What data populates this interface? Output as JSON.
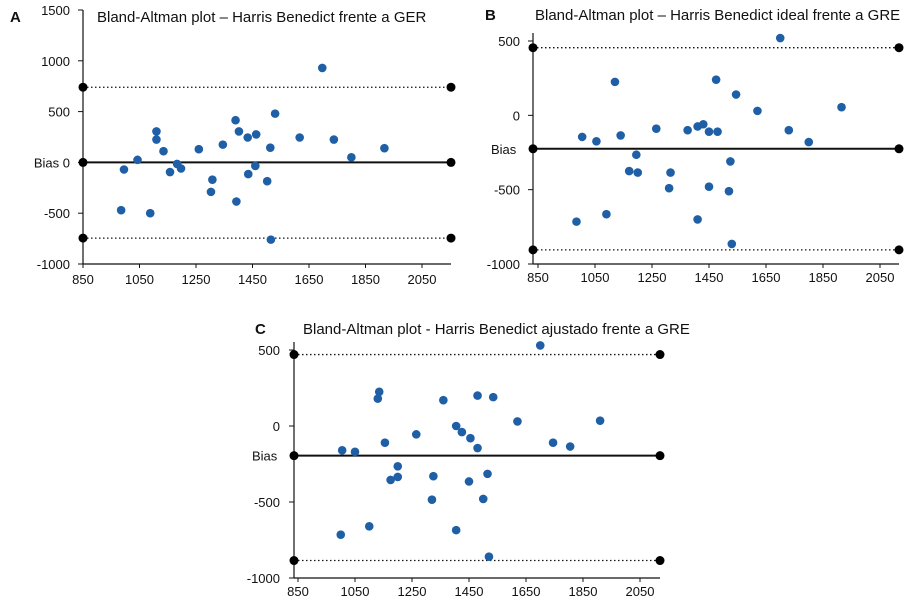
{
  "chart_data": [
    {
      "type": "scatter",
      "panel_label": "A",
      "title": "Bland-Altman plot – Harris Benedict frente a GER",
      "xlabel": "",
      "ylabel": "",
      "xlim": [
        850,
        2150
      ],
      "ylim": [
        -1000,
        1500
      ],
      "x_ticks": [
        850,
        1050,
        1250,
        1450,
        1650,
        1850,
        2050
      ],
      "y_ticks": [
        -1000,
        -500,
        0,
        500,
        1000,
        1500
      ],
      "y_tick_labels": [
        "-1000",
        "-500",
        "Bias  0",
        "500",
        "1000",
        "1500"
      ],
      "bias": 0,
      "upper_loa": 740,
      "lower_loa": -745,
      "bias_label": "",
      "grid": false,
      "color": "#1f5fa6",
      "points": [
        {
          "x": 985,
          "y": -470
        },
        {
          "x": 995,
          "y": -70
        },
        {
          "x": 1043,
          "y": 25
        },
        {
          "x": 1088,
          "y": -500
        },
        {
          "x": 1110,
          "y": 305
        },
        {
          "x": 1110,
          "y": 225
        },
        {
          "x": 1135,
          "y": 110
        },
        {
          "x": 1158,
          "y": -95
        },
        {
          "x": 1183,
          "y": -15
        },
        {
          "x": 1197,
          "y": -60
        },
        {
          "x": 1260,
          "y": 130
        },
        {
          "x": 1303,
          "y": -290
        },
        {
          "x": 1308,
          "y": -170
        },
        {
          "x": 1345,
          "y": 175
        },
        {
          "x": 1390,
          "y": 415
        },
        {
          "x": 1393,
          "y": -385
        },
        {
          "x": 1402,
          "y": 305
        },
        {
          "x": 1433,
          "y": 245
        },
        {
          "x": 1435,
          "y": -115
        },
        {
          "x": 1460,
          "y": -35
        },
        {
          "x": 1463,
          "y": 275
        },
        {
          "x": 1502,
          "y": -185
        },
        {
          "x": 1513,
          "y": 145
        },
        {
          "x": 1515,
          "y": -760
        },
        {
          "x": 1530,
          "y": 480
        },
        {
          "x": 1617,
          "y": 245
        },
        {
          "x": 1697,
          "y": 930
        },
        {
          "x": 1738,
          "y": 225
        },
        {
          "x": 1800,
          "y": 50
        },
        {
          "x": 1917,
          "y": 140
        }
      ]
    },
    {
      "type": "scatter",
      "panel_label": "B",
      "title": "Bland-Altman plot – Harris Benedict ideal frente a GRE",
      "xlabel": "",
      "ylabel": "",
      "xlim": [
        850,
        2150
      ],
      "ylim": [
        -1000,
        500
      ],
      "x_ticks": [
        850,
        1050,
        1250,
        1450,
        1650,
        1850,
        2050
      ],
      "y_ticks": [
        -1000,
        -500,
        0,
        500
      ],
      "y_tick_labels": [
        "-1000",
        "-500",
        "0",
        "500"
      ],
      "bias": -225,
      "upper_loa": 455,
      "lower_loa": -905,
      "bias_label": "Bias",
      "grid": false,
      "color": "#1f5fa6",
      "points": [
        {
          "x": 985,
          "y": -715
        },
        {
          "x": 1005,
          "y": -145
        },
        {
          "x": 1055,
          "y": -175
        },
        {
          "x": 1090,
          "y": -665
        },
        {
          "x": 1120,
          "y": 225
        },
        {
          "x": 1140,
          "y": -135
        },
        {
          "x": 1170,
          "y": -375
        },
        {
          "x": 1195,
          "y": -265
        },
        {
          "x": 1200,
          "y": -385
        },
        {
          "x": 1265,
          "y": -90
        },
        {
          "x": 1310,
          "y": -490
        },
        {
          "x": 1315,
          "y": -385
        },
        {
          "x": 1375,
          "y": -100
        },
        {
          "x": 1410,
          "y": -75
        },
        {
          "x": 1410,
          "y": -700
        },
        {
          "x": 1430,
          "y": -60
        },
        {
          "x": 1450,
          "y": -110
        },
        {
          "x": 1450,
          "y": -480
        },
        {
          "x": 1475,
          "y": 240
        },
        {
          "x": 1480,
          "y": -110
        },
        {
          "x": 1520,
          "y": -510
        },
        {
          "x": 1525,
          "y": -310
        },
        {
          "x": 1530,
          "y": -865
        },
        {
          "x": 1545,
          "y": 140
        },
        {
          "x": 1620,
          "y": 30
        },
        {
          "x": 1700,
          "y": 520
        },
        {
          "x": 1730,
          "y": -100
        },
        {
          "x": 1800,
          "y": -180
        },
        {
          "x": 1915,
          "y": 55
        }
      ]
    },
    {
      "type": "scatter",
      "panel_label": "C",
      "title": "Bland-Altman plot - Harris Benedict ajustado frente a GRE",
      "xlabel": "",
      "ylabel": "",
      "xlim": [
        850,
        2150
      ],
      "ylim": [
        -1000,
        500
      ],
      "x_ticks": [
        850,
        1050,
        1250,
        1450,
        1650,
        1850,
        2050
      ],
      "y_ticks": [
        -1000,
        -500,
        0,
        500
      ],
      "y_tick_labels": [
        "-1000",
        "-500",
        "0",
        "500"
      ],
      "bias": -195,
      "upper_loa": 470,
      "lower_loa": -885,
      "bias_label": "Bias",
      "grid": false,
      "color": "#1f5fa6",
      "points": [
        {
          "x": 1000,
          "y": -715
        },
        {
          "x": 1005,
          "y": -160
        },
        {
          "x": 1050,
          "y": -170
        },
        {
          "x": 1100,
          "y": -660
        },
        {
          "x": 1130,
          "y": 180
        },
        {
          "x": 1135,
          "y": 225
        },
        {
          "x": 1155,
          "y": -110
        },
        {
          "x": 1175,
          "y": -355
        },
        {
          "x": 1200,
          "y": -265
        },
        {
          "x": 1200,
          "y": -335
        },
        {
          "x": 1265,
          "y": -55
        },
        {
          "x": 1320,
          "y": -485
        },
        {
          "x": 1325,
          "y": -330
        },
        {
          "x": 1360,
          "y": 170
        },
        {
          "x": 1405,
          "y": 0
        },
        {
          "x": 1405,
          "y": -685
        },
        {
          "x": 1425,
          "y": -40
        },
        {
          "x": 1450,
          "y": -365
        },
        {
          "x": 1455,
          "y": -80
        },
        {
          "x": 1480,
          "y": 200
        },
        {
          "x": 1480,
          "y": -145
        },
        {
          "x": 1500,
          "y": -480
        },
        {
          "x": 1515,
          "y": -315
        },
        {
          "x": 1520,
          "y": -860
        },
        {
          "x": 1535,
          "y": 190
        },
        {
          "x": 1620,
          "y": 30
        },
        {
          "x": 1700,
          "y": 530
        },
        {
          "x": 1745,
          "y": -110
        },
        {
          "x": 1805,
          "y": -135
        },
        {
          "x": 1910,
          "y": 35
        }
      ]
    }
  ]
}
